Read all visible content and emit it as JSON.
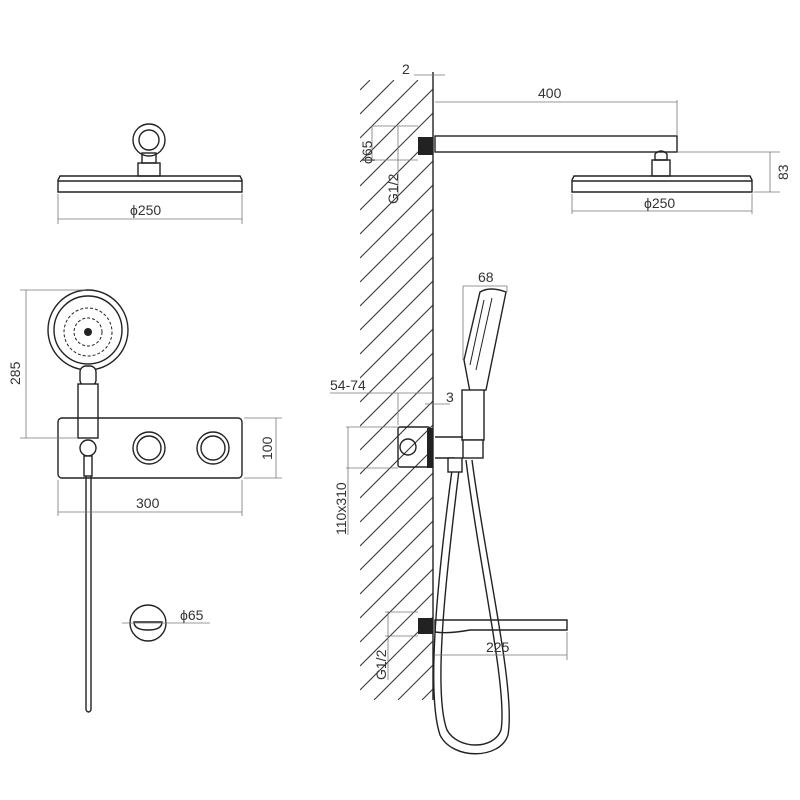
{
  "title": "Concealed shower system dimension drawing",
  "dimensions": {
    "wall_gap": "2",
    "arm_length": "400",
    "flange_diameter_top": "ϕ65",
    "thread_top": "G1/2",
    "head_drop": "83",
    "head_diameter_side": "ϕ250",
    "head_diameter_front": "ϕ250",
    "handheld_width": "68",
    "wall_depth": "54-74",
    "panel_offset": "3",
    "box_size": "110x310",
    "spout_length": "225",
    "thread_bottom": "G1/2",
    "handheld_height": "285",
    "panel_height": "100",
    "panel_width": "300",
    "spout_flange_diameter": "ϕ65"
  },
  "colors": {
    "line": "#222222",
    "dimension": "#777777"
  }
}
